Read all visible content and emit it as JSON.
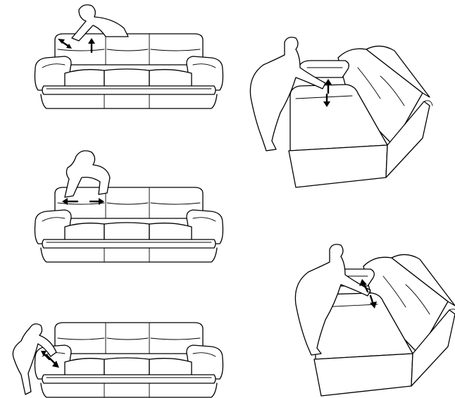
{
  "diagram": {
    "panels": [
      {
        "id": "sofa-front-top",
        "action": "lift-seat-back"
      },
      {
        "id": "sofa-side-top",
        "action": "lift-seat-cushion"
      },
      {
        "id": "sofa-front-middle",
        "action": "spread-back-cushions"
      },
      {
        "id": "sofa-front-bottom",
        "action": "reach-into-arm"
      },
      {
        "id": "sofa-side-bottom",
        "action": "pull-arm-cushion"
      }
    ],
    "colors": {
      "line": "#000000",
      "background": "#ffffff"
    }
  }
}
